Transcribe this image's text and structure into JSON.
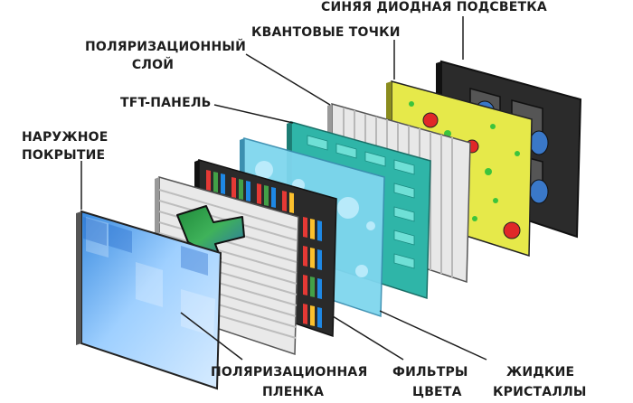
{
  "labels": {
    "blue_backlight": "СИНЯЯ ДИОДНАЯ ПОДСВЕТКА",
    "quantum_dots": "КВАНТОВЫЕ ТОЧКИ",
    "polarizing_layer_line1": "ПОЛЯРИЗАЦИОННЫЙ",
    "polarizing_layer_line2": "СЛОЙ",
    "tft_panel": "TFT-ПАНЕЛЬ",
    "outer_coating_line1": "НАРУЖНОЕ",
    "outer_coating_line2": "ПОКРЫТИЕ",
    "polarizing_film_line1": "ПОЛЯРИЗАЦИОННАЯ",
    "polarizing_film_line2": "ПЛЕНКА",
    "color_filters_line1": "ФИЛЬТРЫ",
    "color_filters_line2": "ЦВЕТА",
    "liquid_crystals_line1": "ЖИДКИЕ",
    "liquid_crystals_line2": "КРИСТАЛЛЫ"
  },
  "colors": {
    "backlight_panel": "#2b2b2b",
    "backlight_led": "#3a78c8",
    "quantum_dots_panel": "#e6e94a",
    "quantum_dot_red": "#e02828",
    "quantum_dot_green": "#3cc43c",
    "polarizer": "#d9d9d9",
    "tft_panel": "#2fb5a8",
    "liquid_crystal": "#7fd6ee",
    "color_filter_frame": "#2a2a2a",
    "outer_glass": "#8ec7ff"
  },
  "icons": [
    "light-direction-arrow-icon"
  ]
}
